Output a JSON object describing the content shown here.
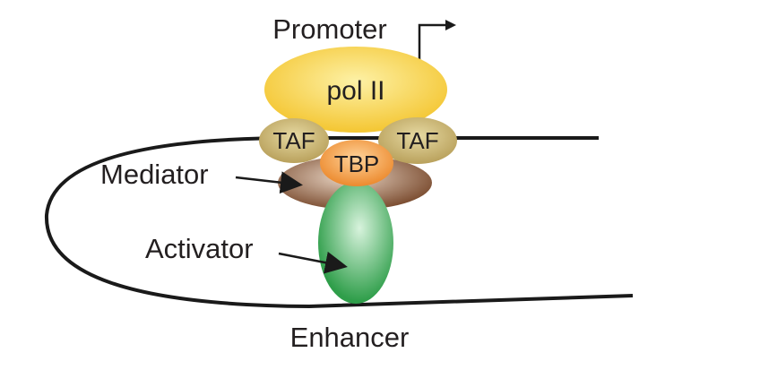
{
  "diagram": {
    "labels": {
      "promoter": "Promoter",
      "pol_ii": "pol II",
      "taf_left": "TAF",
      "taf_right": "TAF",
      "tbp": "TBP",
      "mediator": "Mediator",
      "activator": "Activator",
      "enhancer": "Enhancer"
    },
    "colors": {
      "dna": "#1a1a1a",
      "pol_ii": "#f6d04a",
      "taf": "#c9b56e",
      "tbp": "#f0953a",
      "mediator": "#8b5a3c",
      "activator": "#3aa552",
      "text": "#231f20"
    }
  }
}
